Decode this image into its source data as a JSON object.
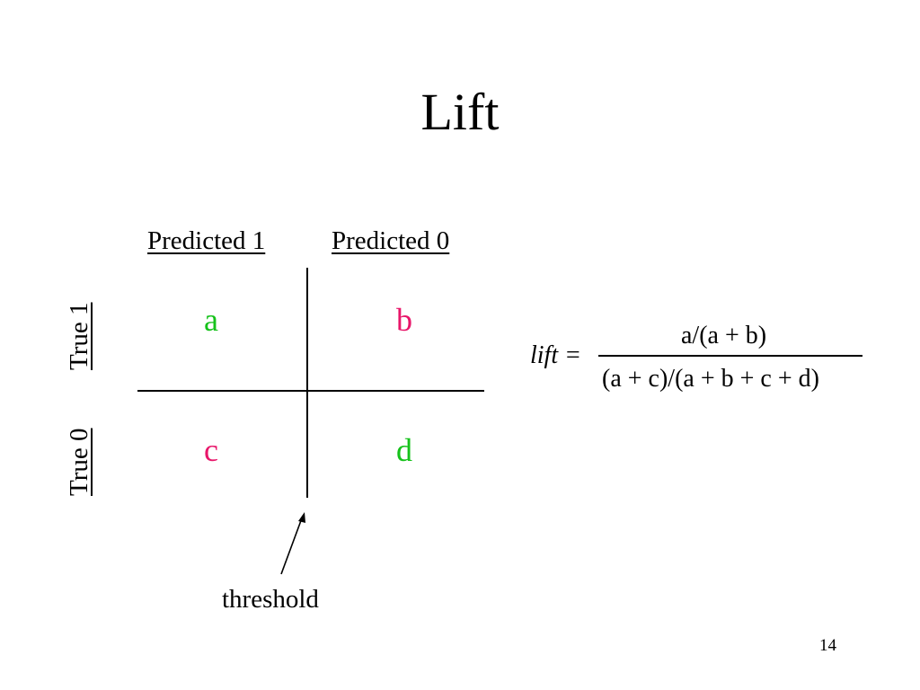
{
  "slide": {
    "title": "Lift",
    "page_number": "14"
  },
  "matrix": {
    "column_headers": [
      "Predicted 1",
      "Predicted 0"
    ],
    "row_headers": [
      "True 1",
      "True 0"
    ],
    "cells": [
      {
        "label": "a",
        "color": "#16c21b"
      },
      {
        "label": "b",
        "color": "#e8166a"
      },
      {
        "label": "c",
        "color": "#e8166a"
      },
      {
        "label": "d",
        "color": "#16c21b"
      }
    ]
  },
  "formula": {
    "lhs": "lift =",
    "numerator": "a/(a + b)",
    "denominator": "(a + c)/(a + b + c + d)"
  },
  "threshold": {
    "label": "threshold"
  }
}
